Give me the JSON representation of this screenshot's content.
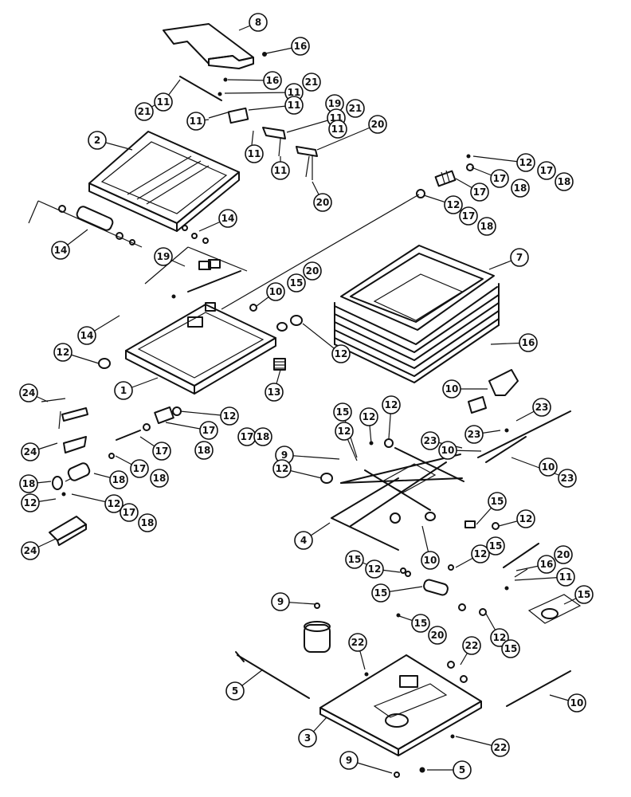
{
  "callouts": [
    {
      "label": "8"
    },
    {
      "label": "16"
    },
    {
      "label": "16"
    },
    {
      "label": "21"
    },
    {
      "label": "11"
    },
    {
      "label": "11"
    },
    {
      "label": "21"
    },
    {
      "label": "11"
    },
    {
      "label": "19"
    },
    {
      "label": "11"
    },
    {
      "label": "11"
    },
    {
      "label": "21"
    },
    {
      "label": "11"
    },
    {
      "label": "20"
    },
    {
      "label": "11"
    },
    {
      "label": "11"
    },
    {
      "label": "20"
    },
    {
      "label": "2"
    },
    {
      "label": "12"
    },
    {
      "label": "17"
    },
    {
      "label": "18"
    },
    {
      "label": "17"
    },
    {
      "label": "18"
    },
    {
      "label": "17"
    },
    {
      "label": "12"
    },
    {
      "label": "17"
    },
    {
      "label": "18"
    },
    {
      "label": "14"
    },
    {
      "label": "14"
    },
    {
      "label": "19"
    },
    {
      "label": "7"
    },
    {
      "label": "10"
    },
    {
      "label": "15"
    },
    {
      "label": "20"
    },
    {
      "label": "14"
    },
    {
      "label": "12"
    },
    {
      "label": "12"
    },
    {
      "label": "16"
    },
    {
      "label": "1"
    },
    {
      "label": "13"
    },
    {
      "label": "24"
    },
    {
      "label": "24"
    },
    {
      "label": "12"
    },
    {
      "label": "17"
    },
    {
      "label": "18"
    },
    {
      "label": "17"
    },
    {
      "label": "17"
    },
    {
      "label": "18"
    },
    {
      "label": "17"
    },
    {
      "label": "18"
    },
    {
      "label": "18"
    },
    {
      "label": "18"
    },
    {
      "label": "12"
    },
    {
      "label": "12"
    },
    {
      "label": "17"
    },
    {
      "label": "18"
    },
    {
      "label": "24"
    },
    {
      "label": "10"
    },
    {
      "label": "15"
    },
    {
      "label": "12"
    },
    {
      "label": "12"
    },
    {
      "label": "12"
    },
    {
      "label": "9"
    },
    {
      "label": "12"
    },
    {
      "label": "23"
    },
    {
      "label": "23"
    },
    {
      "label": "23"
    },
    {
      "label": "10"
    },
    {
      "label": "10"
    },
    {
      "label": "23"
    },
    {
      "label": "15"
    },
    {
      "label": "12"
    },
    {
      "label": "4"
    },
    {
      "label": "10"
    },
    {
      "label": "15"
    },
    {
      "label": "12"
    },
    {
      "label": "12"
    },
    {
      "label": "15"
    },
    {
      "label": "15"
    },
    {
      "label": "16"
    },
    {
      "label": "20"
    },
    {
      "label": "11"
    },
    {
      "label": "15"
    },
    {
      "label": "9"
    },
    {
      "label": "15"
    },
    {
      "label": "20"
    },
    {
      "label": "12"
    },
    {
      "label": "15"
    },
    {
      "label": "22"
    },
    {
      "label": "22"
    },
    {
      "label": "5"
    },
    {
      "label": "10"
    },
    {
      "label": "3"
    },
    {
      "label": "22"
    },
    {
      "label": "9"
    },
    {
      "label": "5"
    }
  ]
}
